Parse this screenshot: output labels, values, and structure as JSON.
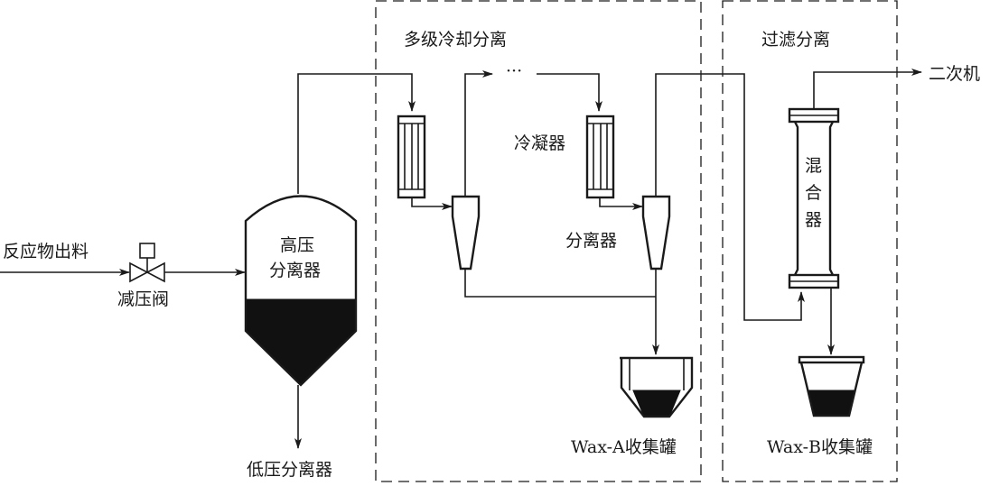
{
  "title": "蜡分离工艺流程示意图",
  "regions": {
    "multi_stage_cooling": "多级冷却分离",
    "filter_separation": "过滤分离"
  },
  "labels": {
    "feed": "反应物出料",
    "valve": "减压阀",
    "hp_separator_line1": "高压",
    "hp_separator_line2": "分离器",
    "lp_separator": "低压分离器",
    "condenser": "冷凝器",
    "separator": "分离器",
    "ellipsis": "···",
    "mixer_1": "混",
    "mixer_2": "合",
    "mixer_3": "器",
    "secondary_machine": "二次机",
    "wax_a_tank": "Wax-A收集罐",
    "wax_b_tank": "Wax-B收集罐"
  },
  "colors": {
    "line": "#1a1a1a",
    "liquid": "#111111",
    "background": "#ffffff"
  }
}
